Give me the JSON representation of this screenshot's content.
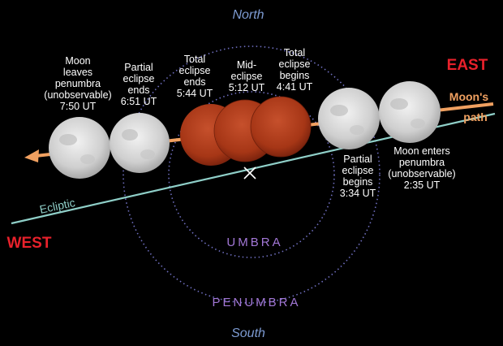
{
  "directions": {
    "north": "North",
    "south": "South",
    "east": "EAST",
    "west": "WEST"
  },
  "regions": {
    "umbra": "UMBRA",
    "penumbra": "PENUMBRA"
  },
  "lines": {
    "ecliptic": "Ecliptic",
    "moons_path_1": "Moon's",
    "moons_path_2": "path"
  },
  "events": {
    "leaves_penumbra": [
      "Moon",
      "leaves",
      "penumbra",
      "(unobservable)",
      "7:50 UT"
    ],
    "partial_ends": [
      "Partial",
      "eclipse",
      "ends",
      "6:51 UT"
    ],
    "total_ends": [
      "Total",
      "eclipse",
      "ends",
      "5:44 UT"
    ],
    "mid_eclipse": [
      "Mid-",
      "eclipse",
      "5:12 UT"
    ],
    "total_begins": [
      "Total",
      "eclipse",
      "begins",
      "4:41 UT"
    ],
    "partial_begins": [
      "Partial",
      "eclipse",
      "begins",
      "3:34 UT"
    ],
    "enters_penumbra": [
      "Moon enters",
      "penumbra",
      "(unobservable)",
      "2:35 UT"
    ]
  },
  "colors": {
    "direction_blue": "#7d9bd2",
    "region_purple": "#a277d6",
    "ecliptic_teal": "#8fcfc8",
    "path_orange": "#f0a060",
    "east_west_red": "#e8212b",
    "moon_red": "#b83a1c",
    "moon_gray": "#d8d8d8"
  }
}
